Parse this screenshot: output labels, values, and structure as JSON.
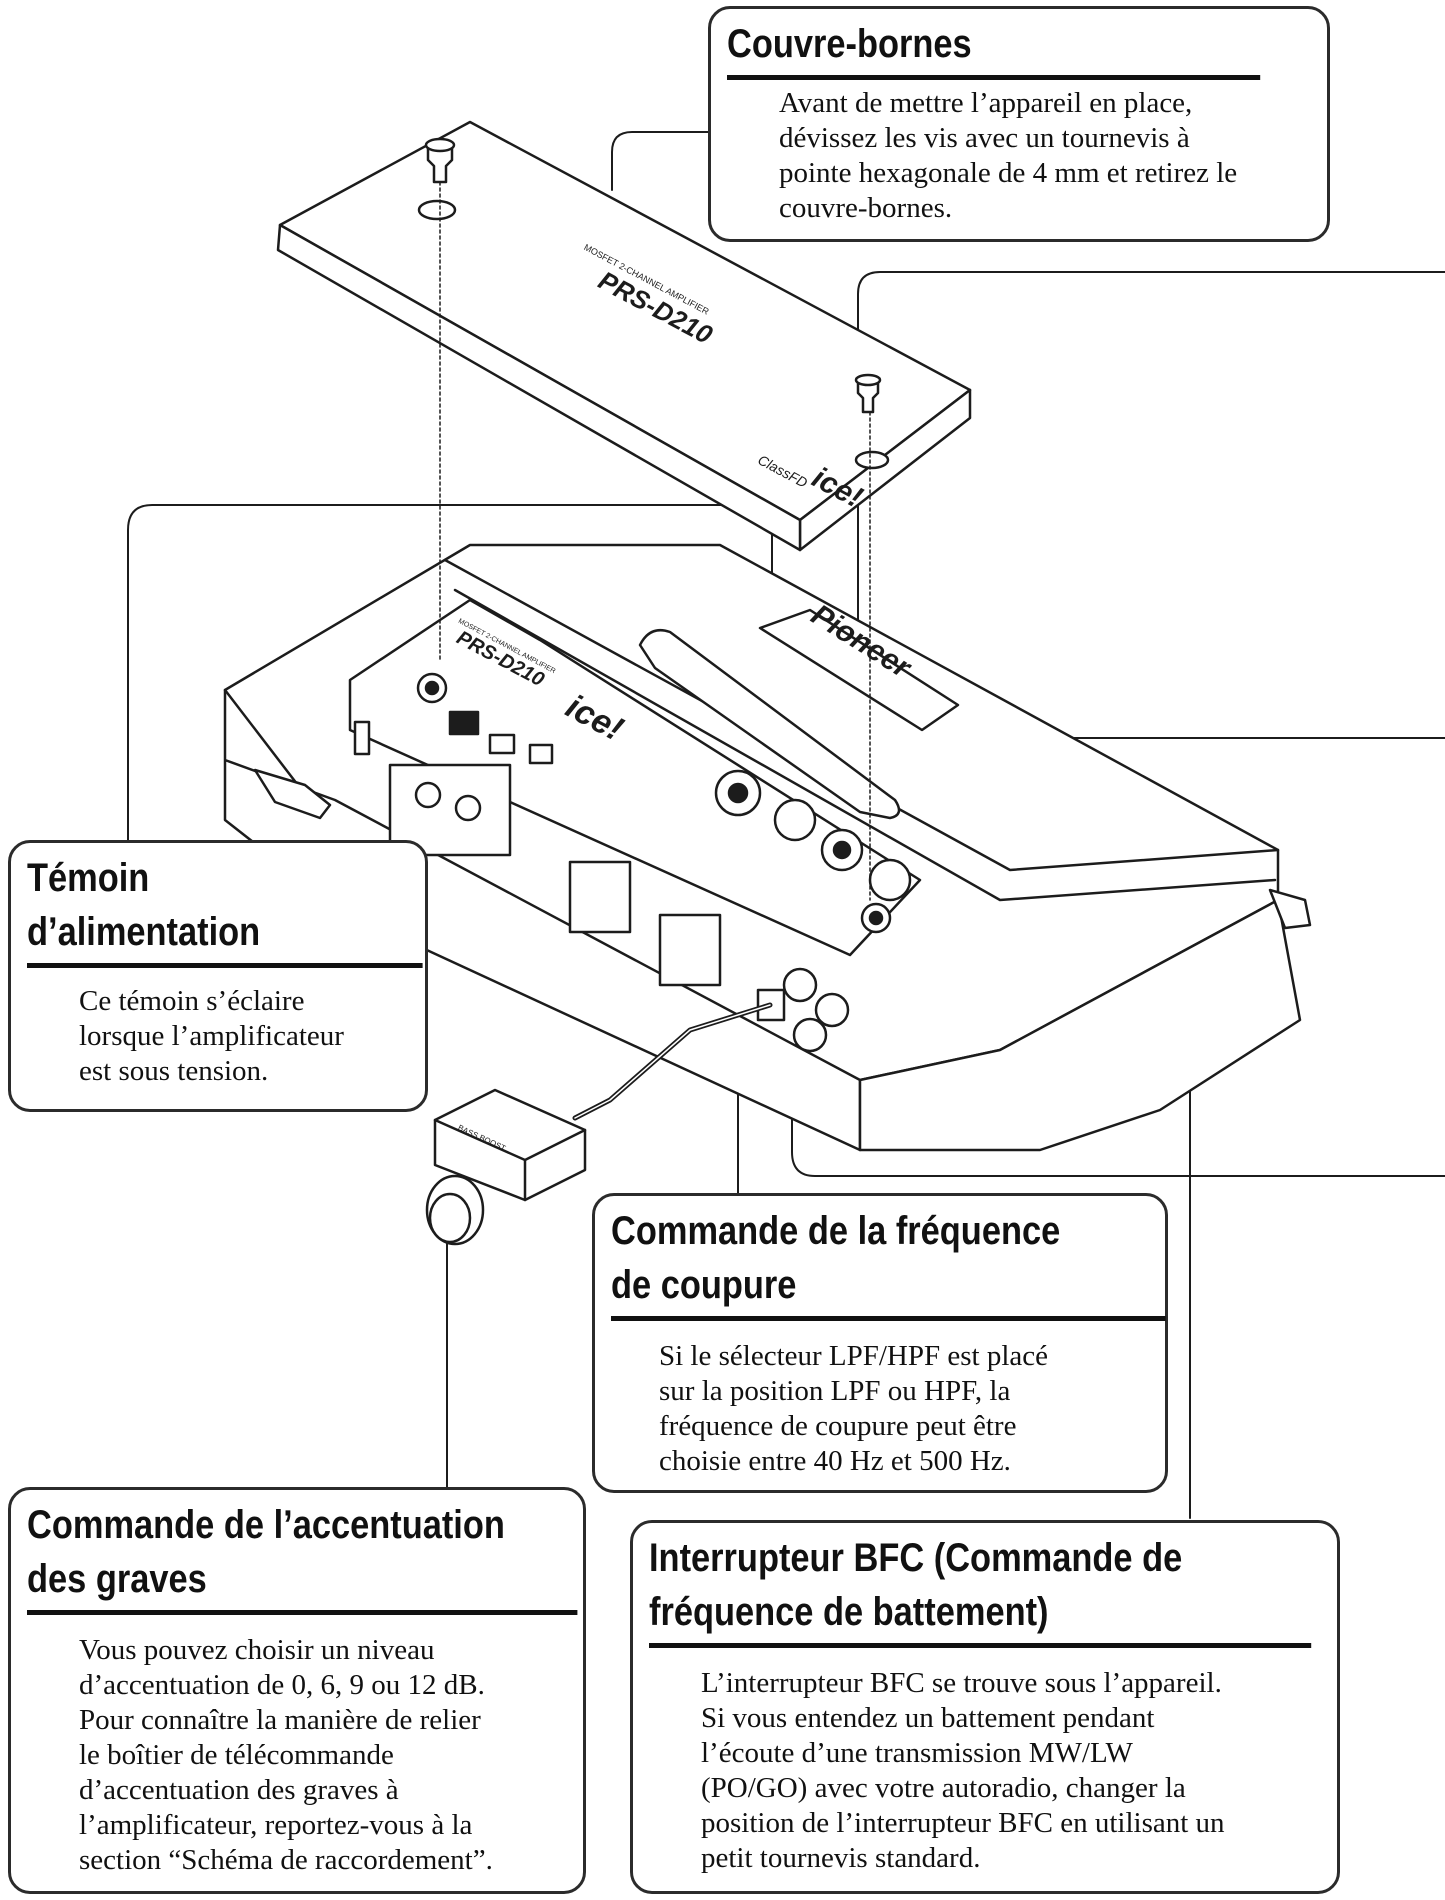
{
  "device": {
    "cover_model": "PRS-D210",
    "cover_small": "MOSFET 2-CHANNEL AMPLIFIER",
    "cover_class": "ClassFD",
    "brand_logo": "ice!",
    "body_model": "PRS-D210",
    "body_small": "MOSFET 2-CHANNEL AMPLIFIER",
    "body_logo": "ice!",
    "brand_plate": "Pioneer",
    "remote_label": "BASS BOOST"
  },
  "callouts": {
    "couvre_bornes": {
      "title": "Couvre-bornes",
      "lines": [
        "Avant de mettre l’appareil en place,",
        "dévissez les vis avec un tournevis à",
        "pointe hexagonale de 4 mm et retirez le",
        "couvre-bornes."
      ]
    },
    "temoin": {
      "title_lines": [
        "Témoin",
        "d’alimentation"
      ],
      "lines": [
        "Ce témoin s’éclaire",
        "lorsque l’amplificateur",
        "est sous tension."
      ]
    },
    "frequence": {
      "title_lines": [
        "Commande de la fréquence",
        "de coupure"
      ],
      "lines": [
        "Si le sélecteur LPF/HPF est placé",
        "sur la position LPF ou HPF, la",
        "fréquence de coupure peut être",
        "choisie entre 40 Hz et 500 Hz."
      ]
    },
    "graves": {
      "title_lines": [
        "Commande de l’accentuation",
        "des graves"
      ],
      "lines": [
        "Vous pouvez choisir un niveau",
        "d’accentuation de 0, 6, 9 ou 12 dB.",
        "Pour connaître la manière de relier",
        "le boîtier de télécommande",
        "d’accentuation des graves à",
        "l’amplificateur, reportez-vous à la",
        "section “Schéma de raccordement”."
      ]
    },
    "bfc": {
      "title_lines": [
        "Interrupteur BFC (Commande de",
        "fréquence de battement)"
      ],
      "lines": [
        "L’interrupteur BFC se trouve sous l’appareil.",
        "Si vous entendez un battement pendant",
        "l’écoute d’une transmission MW/LW",
        "(PO/GO) avec votre autoradio, changer la",
        "position de l’interrupteur BFC en utilisant un",
        "petit tournevis standard."
      ]
    }
  }
}
